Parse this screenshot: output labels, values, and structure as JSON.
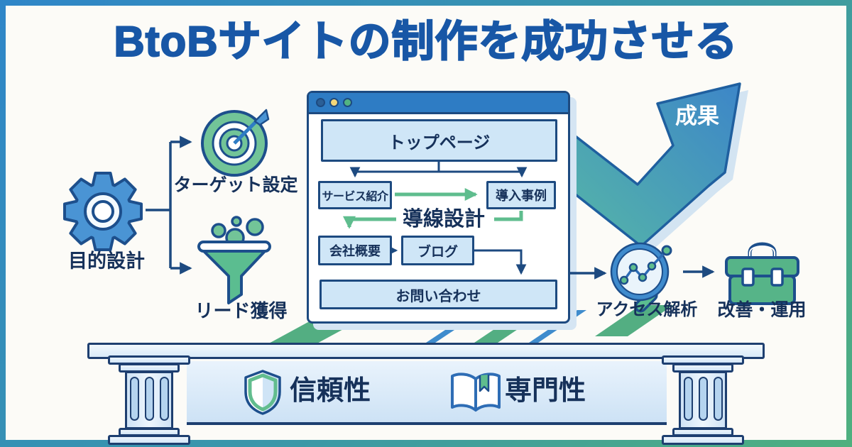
{
  "title": "BtoBサイトの制作を成功させる",
  "planning": {
    "purpose_label": "目的設計",
    "target_label": "ターゲット設定",
    "lead_label": "リード獲得"
  },
  "sitemap": {
    "flow_design_label": "導線設計",
    "pages": {
      "top": "トップページ",
      "service": "サービス紹介",
      "cases": "導入事例",
      "company": "会社概要",
      "blog": "ブログ",
      "contact": "お問い合わせ"
    }
  },
  "growth": {
    "result_label": "成果"
  },
  "operations": {
    "analysis_label": "アクセス解析",
    "improve_label": "改善・運用"
  },
  "foundation": {
    "trust_label": "信頼性",
    "expertise_label": "専門性"
  },
  "colors": {
    "title_blue": "#1857a6",
    "navy_outline": "#1d4a80",
    "accent_blue": "#2e7cc4",
    "accent_green": "#58b488",
    "box_fill": "#cfe6f7",
    "arrow_gradient_start": "#55b5a8",
    "arrow_gradient_end": "#3d86c8"
  }
}
